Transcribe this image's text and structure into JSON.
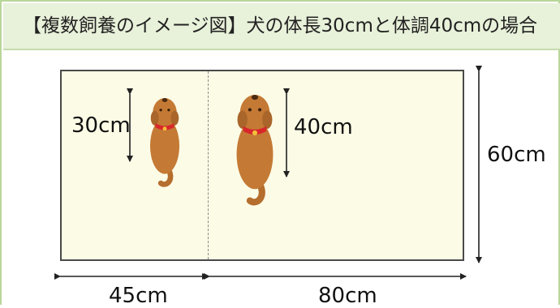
{
  "title": "【複数飼養のイメージ図】犬の体長30cmと体調40cmの場合",
  "labels": {
    "dog1_length": "30cm",
    "dog2_length": "40cm",
    "height": "60cm",
    "width_left": "45cm",
    "width_right": "80cm"
  },
  "icons": [
    "dog-icon",
    "dog-icon"
  ],
  "colors": {
    "header_bg": "#e8f1d9",
    "border_green": "#b9d79a",
    "area_bg": "#fcfbe6",
    "dog_body": "#c47a35",
    "collar": "#d8262b"
  }
}
